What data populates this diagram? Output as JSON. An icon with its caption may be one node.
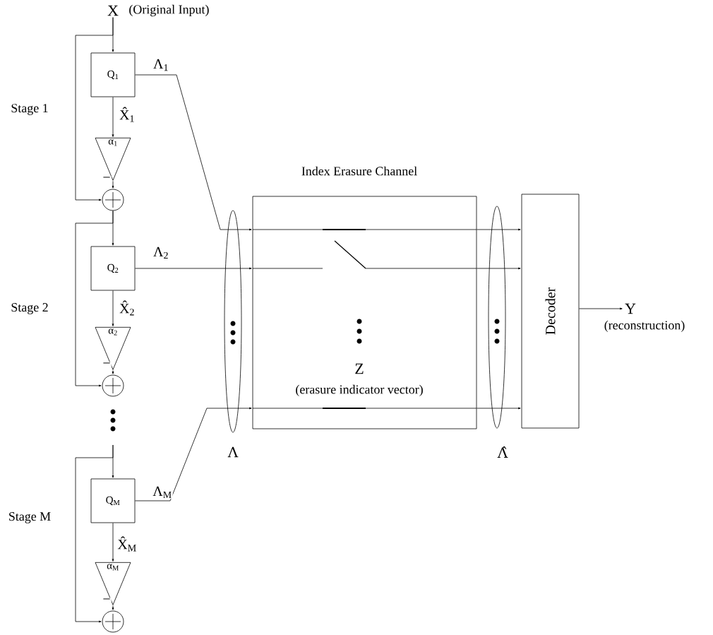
{
  "diagram": {
    "nodes": [
      {
        "text": [
          "X",
          "(Original Input)"
        ]
      },
      {
        "text": [
          "Q$_{1}$"
        ]
      },
      {
        "text": [
          "α$_{1}$"
        ]
      },
      {
        "text": [],
        "shape": "circle"
      },
      {
        "text": [
          "Q$_{2}$"
        ]
      },
      {
        "text": [
          "α$_{2}$"
        ]
      },
      {
        "text": [],
        "shape": "circle"
      },
      {
        "text": [
          "Q$_{M}$"
        ]
      },
      {
        "text": [
          "α$_{M}$"
        ]
      },
      {
        "text": [],
        "shape": "circle"
      },
      {
        "text": [
          "Index Erasure Channel",
          "Z",
          "(erasure indicator vector)"
        ]
      },
      {
        "text": [
          "Decoder"
        ]
      },
      {
        "text": [
          "Y",
          "(reconstruction)"
        ]
      }
    ],
    "edges": [
      {
        "from": 0,
        "to": 1,
        "arrow": "to"
      },
      {
        "from": 0,
        "to": 3,
        "arrow": "to"
      },
      {
        "from": 1,
        "to": 2,
        "arrow": "to",
        "label": "X̂$_{1}$"
      },
      {
        "from": 2,
        "to": 3,
        "arrow": "to",
        "label": "−"
      },
      {
        "from": 3,
        "to": 4,
        "arrow": "to"
      },
      {
        "from": 3,
        "to": 6,
        "arrow": "to"
      },
      {
        "from": 4,
        "to": 5,
        "arrow": "to",
        "label": "X̂$_{2}$"
      },
      {
        "from": 5,
        "to": 6,
        "arrow": "to",
        "label": "−"
      },
      {
        "from": null,
        "to": 7,
        "arrow": "to"
      },
      {
        "from": null,
        "to": 9,
        "arrow": "to"
      },
      {
        "from": 7,
        "to": 8,
        "arrow": "to",
        "label": "X̂$_{M}$"
      },
      {
        "from": 8,
        "to": 9,
        "arrow": "to",
        "label": "−"
      },
      {
        "from": 1,
        "to": 10,
        "arrow": "to",
        "label": "Λ$_{1}$"
      },
      {
        "from": 4,
        "to": 10,
        "arrow": "to",
        "label": "Λ$_{2}$"
      },
      {
        "from": 7,
        "to": 10,
        "arrow": "to",
        "label": "Λ$_{M}$"
      },
      {
        "from": 10,
        "to": 11,
        "arrow": "to"
      },
      {
        "from": 10,
        "to": 11,
        "arrow": "to"
      },
      {
        "from": 10,
        "to": 11,
        "arrow": "to"
      },
      {
        "from": 11,
        "to": 12,
        "arrow": "to"
      }
    ],
    "labels": [
      "Stage 1",
      "Stage 2",
      "Stage M",
      "Λ",
      "Λ̂"
    ]
  }
}
